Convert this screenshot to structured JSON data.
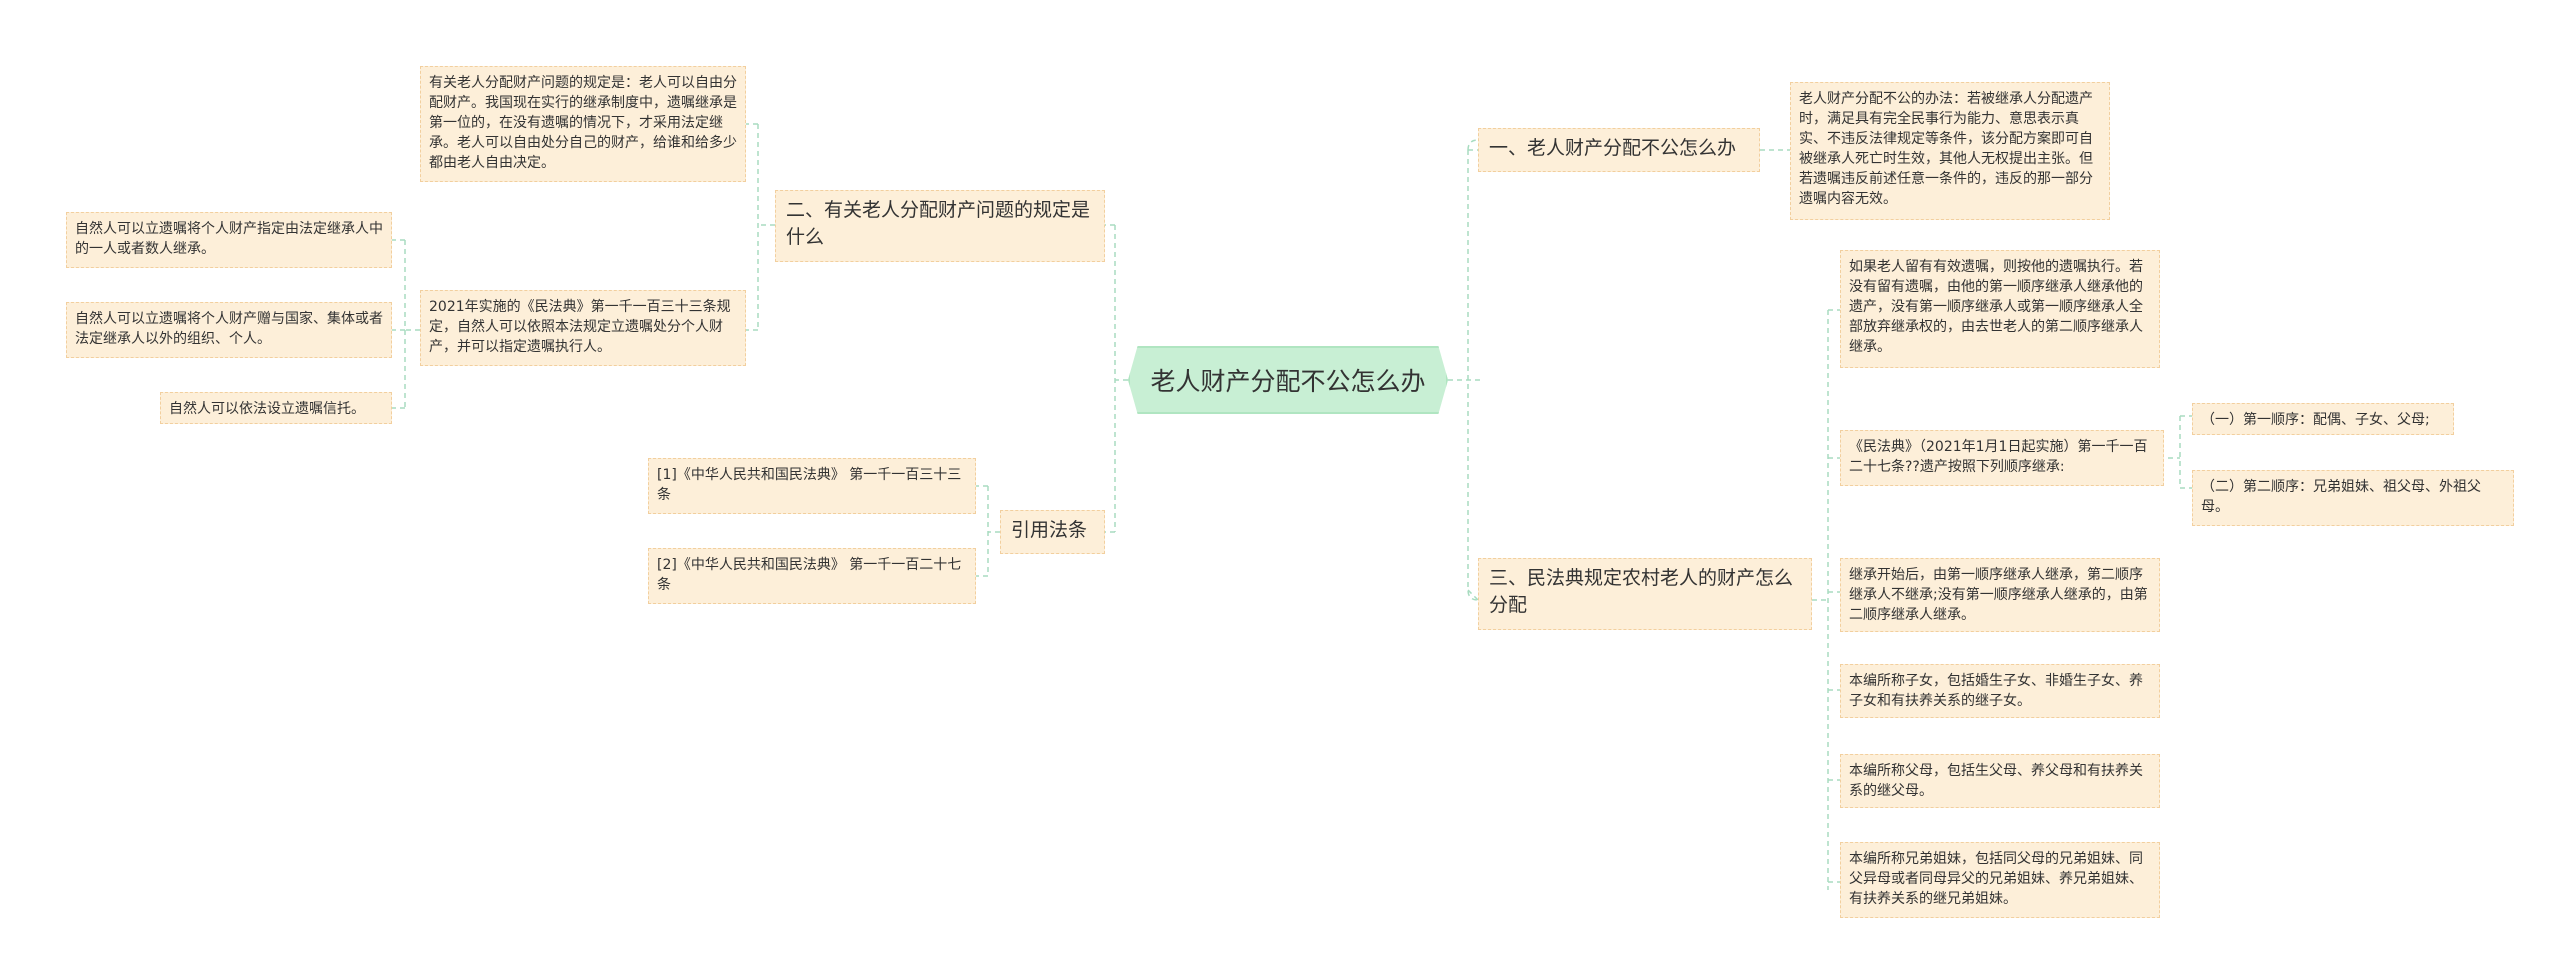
{
  "root": {
    "title": "老人财产分配不公怎么办"
  },
  "branches": {
    "b1": {
      "label": "一、老人财产分配不公怎么办"
    },
    "b2": {
      "label": "二、有关老人分配财产问题的规定是什么"
    },
    "b3": {
      "label": "三、民法典规定农村老人的财产怎么分配"
    },
    "b4": {
      "label": "引用法条"
    }
  },
  "leaves": {
    "b1_text": "老人财产分配不公的办法：若被继承人分配遗产时，满足具有完全民事行为能力、意思表示真实、不违反法律规定等条件，该分配方案即可自被继承人死亡时生效，其他人无权提出主张。但若遗嘱违反前述任意一条件的，违反的那一部分遗嘱内容无效。",
    "b2_rule": "有关老人分配财产问题的规定是：老人可以自由分配财产。我国现在实行的继承制度中，遗嘱继承是第一位的，在没有遗嘱的情况下，才采用法定继承。老人可以自由处分自己的财产，给谁和给多少都由老人自由决定。",
    "b2_law": "2021年实施的《民法典》第一千一百三十三条规定，自然人可以依照本法规定立遗嘱处分个人财产，并可以指定遗嘱执行人。",
    "b2_sub1": "自然人可以立遗嘱将个人财产指定由法定继承人中的一人或者数人继承。",
    "b2_sub2": "自然人可以立遗嘱将个人财产赠与国家、集体或者法定继承人以外的组织、个人。",
    "b2_sub3": "自然人可以依法设立遗嘱信托。",
    "b3_will": "如果老人留有有效遗嘱，则按他的遗嘱执行。若没有留有遗嘱，由他的第一顺序继承人继承他的遗产，没有第一顺序继承人或第一顺序继承人全部放弃继承权的，由去世老人的第二顺序继承人继承。",
    "b3_law": "《民法典》（2021年1月1日起实施）第一千一百二十七条??遗产按照下列顺序继承:",
    "b3_order1": "（一）第一顺序：配偶、子女、父母;",
    "b3_order2": "（二）第二顺序：兄弟姐妹、祖父母、外祖父母。",
    "b3_start": "继承开始后，由第一顺序继承人继承，第二顺序继承人不继承;没有第一顺序继承人继承的，由第二顺序继承人继承。",
    "b3_children": "本编所称子女，包括婚生子女、非婚生子女、养子女和有扶养关系的继子女。",
    "b3_parents": "本编所称父母，包括生父母、养父母和有扶养关系的继父母。",
    "b3_siblings": "本编所称兄弟姐妹，包括同父母的兄弟姐妹、同父异母或者同母异父的兄弟姐妹、养兄弟姐妹、有扶养关系的继兄弟姐妹。",
    "b4_ref1": "[1]《中华人民共和国民法典》 第一千一百三十三条",
    "b4_ref2": "[2]《中华人民共和国民法典》 第一千一百二十七条"
  }
}
